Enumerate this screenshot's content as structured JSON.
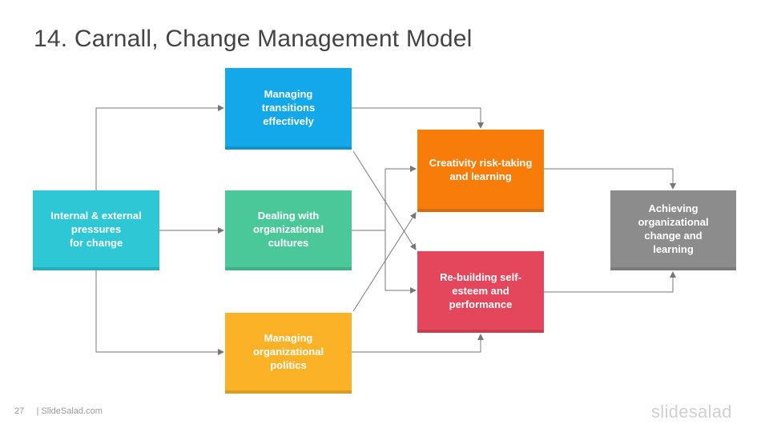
{
  "title": "14. Carnall, Change Management Model",
  "boxes": {
    "internal": "Internal & external\npressures\nfor change",
    "transitions": "Managing\ntransitions\neffectively",
    "cultures": "Dealing with\norganizational\ncultures",
    "politics": "Managing\norganizational\npolitics",
    "creativity": "Creativity risk-taking\nand learning",
    "rebuilding": "Re-building self-\nesteem  and\nperformance",
    "achieving": "Achieving\norganizational\nchange and\nlearning"
  },
  "colors": {
    "internal": "#2ec7d5",
    "transitions": "#13a8e9",
    "cultures": "#4bc89a",
    "politics": "#fbb226",
    "creativity": "#f87c0a",
    "rebuilding": "#e4465b",
    "achieving": "#8c8c8c",
    "connector": "#777777"
  },
  "footer": {
    "page_number": "27",
    "source": "| SlideSalad.com"
  },
  "logo": "slidesalad"
}
